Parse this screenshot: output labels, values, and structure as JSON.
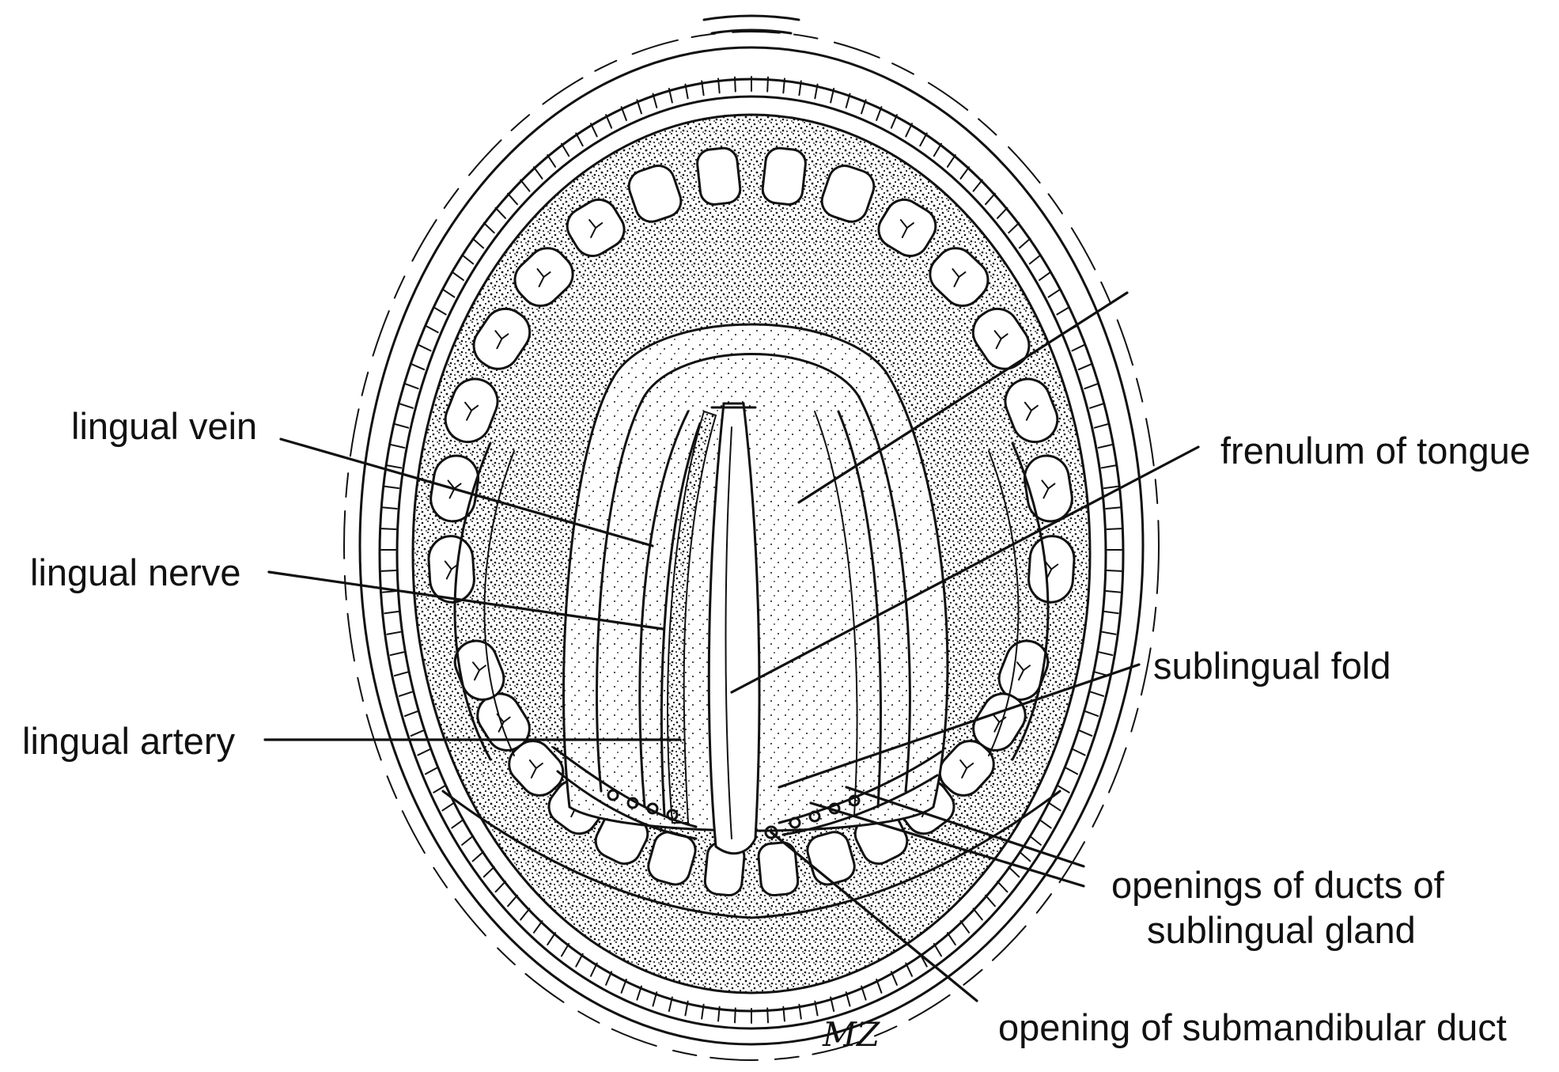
{
  "labels": {
    "lingual_vein": "lingual vein",
    "lingual_nerve": "lingual nerve",
    "lingual_artery": "lingual artery",
    "frenulum": "frenulum of tongue",
    "sublingual_fold": "sublingual fold",
    "ducts_line1": "openings of ducts of",
    "ducts_line2": "sublingual gland",
    "submandibular": "opening of submandibular duct",
    "signature": "MZ"
  },
  "colors": {
    "ink": "#111111",
    "paper": "#ffffff"
  }
}
